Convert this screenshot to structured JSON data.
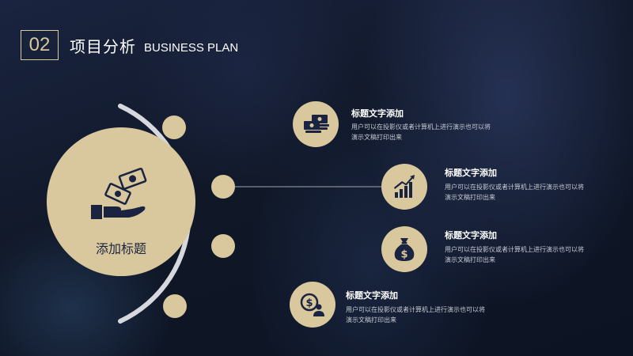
{
  "header": {
    "number": "02",
    "title_cn": "项目分析",
    "title_en": "BUSINESS PLAN"
  },
  "center": {
    "label": "添加标题",
    "icon": "money-hand-icon"
  },
  "items": [
    {
      "title": "标题文字添加",
      "desc": "用户可以在投影仪或者计算机上进行演示也可以将演示文稿打印出来",
      "icon": "cash-stack-icon"
    },
    {
      "title": "标题文字添加",
      "desc": "用户可以在投影仪或者计算机上进行演示也可以将演示文稿打印出来",
      "icon": "growth-chart-icon"
    },
    {
      "title": "标题文字添加",
      "desc": "用户可以在投影仪或者计算机上进行演示也可以将演示文稿打印出来",
      "icon": "money-bag-icon"
    },
    {
      "title": "标题文字添加",
      "desc": "用户可以在投影仪或者计算机上进行演示也可以将演示文稿打印出来",
      "icon": "dollar-person-icon"
    }
  ],
  "colors": {
    "gold": "#d9c79d",
    "dark_navy": "#111a2c",
    "arc": "#d6d8de",
    "icon_dark": "#1a2440"
  }
}
